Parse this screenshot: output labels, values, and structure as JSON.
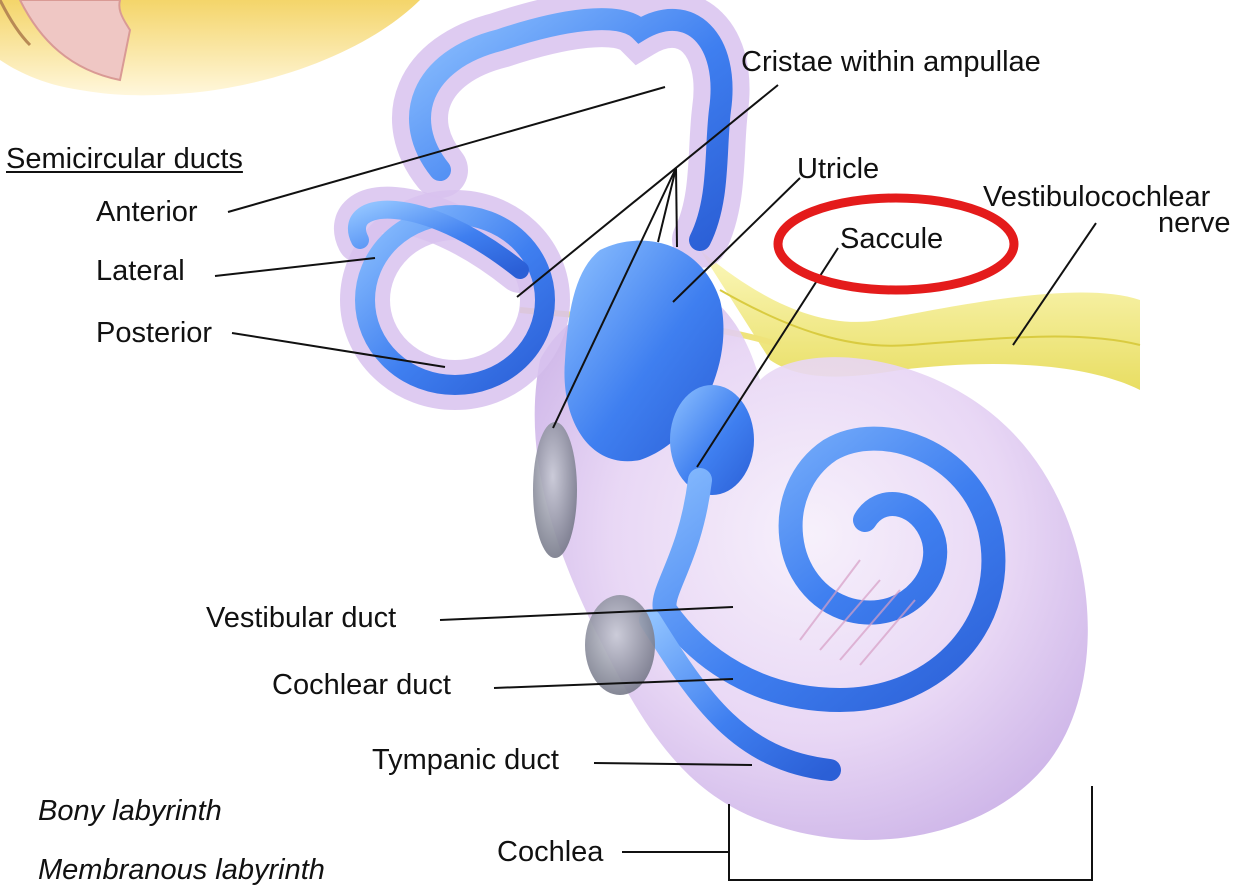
{
  "section_heading": "Semicircular ducts",
  "labels": {
    "anterior": "Anterior",
    "lateral": "Lateral",
    "posterior": "Posterior",
    "cristae": "Cristae within ampullae",
    "utricle": "Utricle",
    "saccule": "Saccule",
    "vestibulocochlear": "Vestibulocochlear",
    "nerve": "nerve",
    "vestibular_duct": "Vestibular duct",
    "cochlear_duct": "Cochlear duct",
    "tympanic_duct": "Tympanic duct",
    "cochlea": "Cochlea"
  },
  "legend": {
    "bony": "Bony labyrinth",
    "membranous": "Membranous labyrinth"
  },
  "highlight": {
    "target": "saccule",
    "color": "#e41b1b"
  },
  "colors": {
    "bony_labyrinth": "#e8d6f3",
    "membranous_labyrinth": "#4f8ff5",
    "nerve": "#f2ec8a",
    "leader_line": "#111111"
  }
}
